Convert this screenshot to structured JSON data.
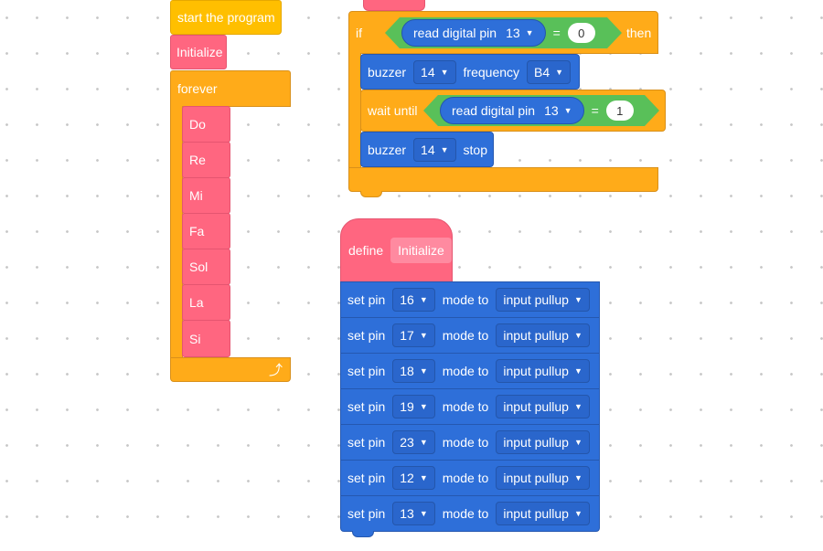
{
  "left_script": {
    "hat": "start the program",
    "call": "Initialize",
    "loop": "forever",
    "notes": [
      "Do",
      "Re",
      "Mi",
      "Fa",
      "Sol",
      "La",
      "Si"
    ],
    "loop_icon": "loop-arrow-icon"
  },
  "if_script": {
    "if_label": "if",
    "then_label": "then",
    "condition1": {
      "reporter": "read digital pin",
      "pin": "13",
      "op": "=",
      "value": "0"
    },
    "buzzer_freq": {
      "label": "buzzer",
      "pin": "14",
      "freq_label": "frequency",
      "note": "B4"
    },
    "wait": {
      "label": "wait until",
      "reporter": "read digital pin",
      "pin": "13",
      "op": "=",
      "value": "1"
    },
    "buzzer_stop": {
      "label": "buzzer",
      "pin": "14",
      "stop_label": "stop"
    }
  },
  "define_script": {
    "define_label": "define",
    "name": "Initialize",
    "set_label": "set pin",
    "mode_label": "mode to",
    "rows": [
      {
        "pin": "16",
        "mode": "input pullup"
      },
      {
        "pin": "17",
        "mode": "input pullup"
      },
      {
        "pin": "18",
        "mode": "input pullup"
      },
      {
        "pin": "19",
        "mode": "input pullup"
      },
      {
        "pin": "23",
        "mode": "input pullup"
      },
      {
        "pin": "12",
        "mode": "input pullup"
      },
      {
        "pin": "13",
        "mode": "input pullup"
      }
    ]
  },
  "colors": {
    "events": "#ffbf00",
    "control": "#ffab19",
    "custom": "#ff6680",
    "pin": "#2e6fd9",
    "operator": "#59c059"
  }
}
